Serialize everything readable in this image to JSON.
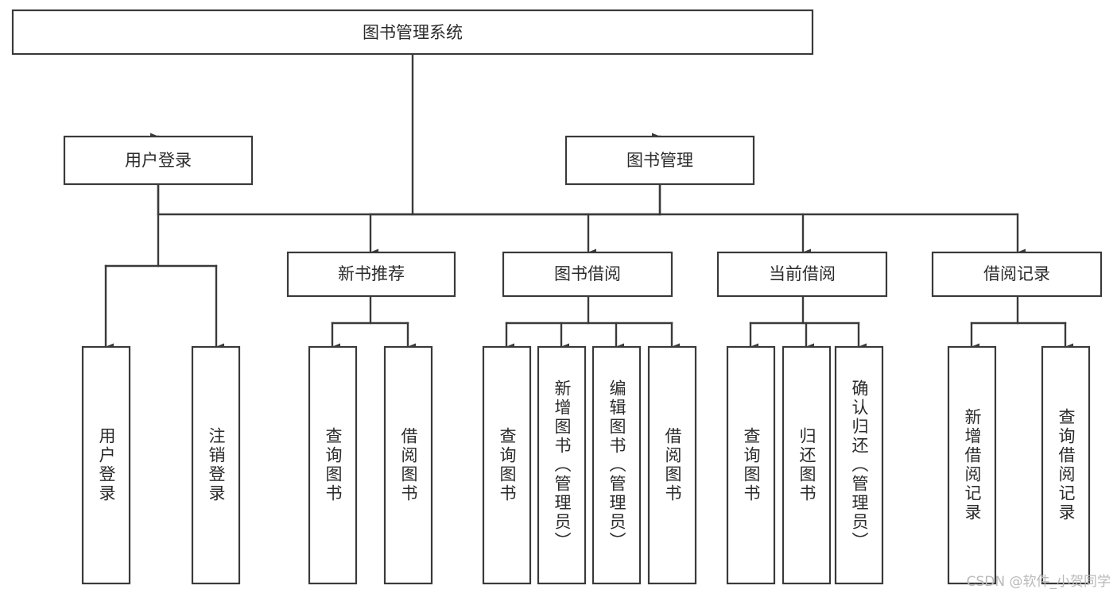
{
  "diagram": {
    "type": "tree-hierarchy",
    "title": "图书管理系统",
    "orientation": "top-down",
    "stroke_color": "#3a3a3a",
    "box_fill": "#ffffff",
    "background": "#ffffff",
    "root": {
      "label": "图书管理系统",
      "id": "root"
    },
    "level2": [
      {
        "id": "user-login",
        "label": "用户登录"
      },
      {
        "id": "book-manage",
        "label": "图书管理"
      }
    ],
    "level3": [
      {
        "id": "new-book-recommend",
        "label": "新书推荐",
        "parent": "book-manage"
      },
      {
        "id": "book-borrow",
        "label": "图书借阅",
        "parent": "book-manage"
      },
      {
        "id": "current-borrow",
        "label": "当前借阅",
        "parent": "book-manage"
      },
      {
        "id": "borrow-record",
        "label": "借阅记录",
        "parent": "book-manage"
      }
    ],
    "leaves": [
      {
        "id": "leaf-user-login",
        "label": "用户登录",
        "parent": "user-login"
      },
      {
        "id": "leaf-user-logout",
        "label": "注销登录",
        "parent": "user-login"
      },
      {
        "id": "leaf-query-book-1",
        "label": "查询图书",
        "parent": "new-book-recommend"
      },
      {
        "id": "leaf-borrow-book-1",
        "label": "借阅图书",
        "parent": "new-book-recommend"
      },
      {
        "id": "leaf-query-book-2",
        "label": "查询图书",
        "parent": "book-borrow"
      },
      {
        "id": "leaf-add-book",
        "label": "新增图书（管理员）",
        "parent": "book-borrow"
      },
      {
        "id": "leaf-edit-book",
        "label": "编辑图书（管理员）",
        "parent": "book-borrow"
      },
      {
        "id": "leaf-borrow-book-2",
        "label": "借阅图书",
        "parent": "book-borrow"
      },
      {
        "id": "leaf-query-book-3",
        "label": "查询图书",
        "parent": "current-borrow"
      },
      {
        "id": "leaf-return-book",
        "label": "归还图书",
        "parent": "current-borrow"
      },
      {
        "id": "leaf-confirm-return",
        "label": "确认归还（管理员）",
        "parent": "current-borrow"
      },
      {
        "id": "leaf-add-record",
        "label": "新增借阅记录",
        "parent": "borrow-record"
      },
      {
        "id": "leaf-query-record",
        "label": "查询借阅记录",
        "parent": "borrow-record"
      }
    ]
  },
  "watermark": {
    "text": "CSDN @软件_小贺同学"
  }
}
